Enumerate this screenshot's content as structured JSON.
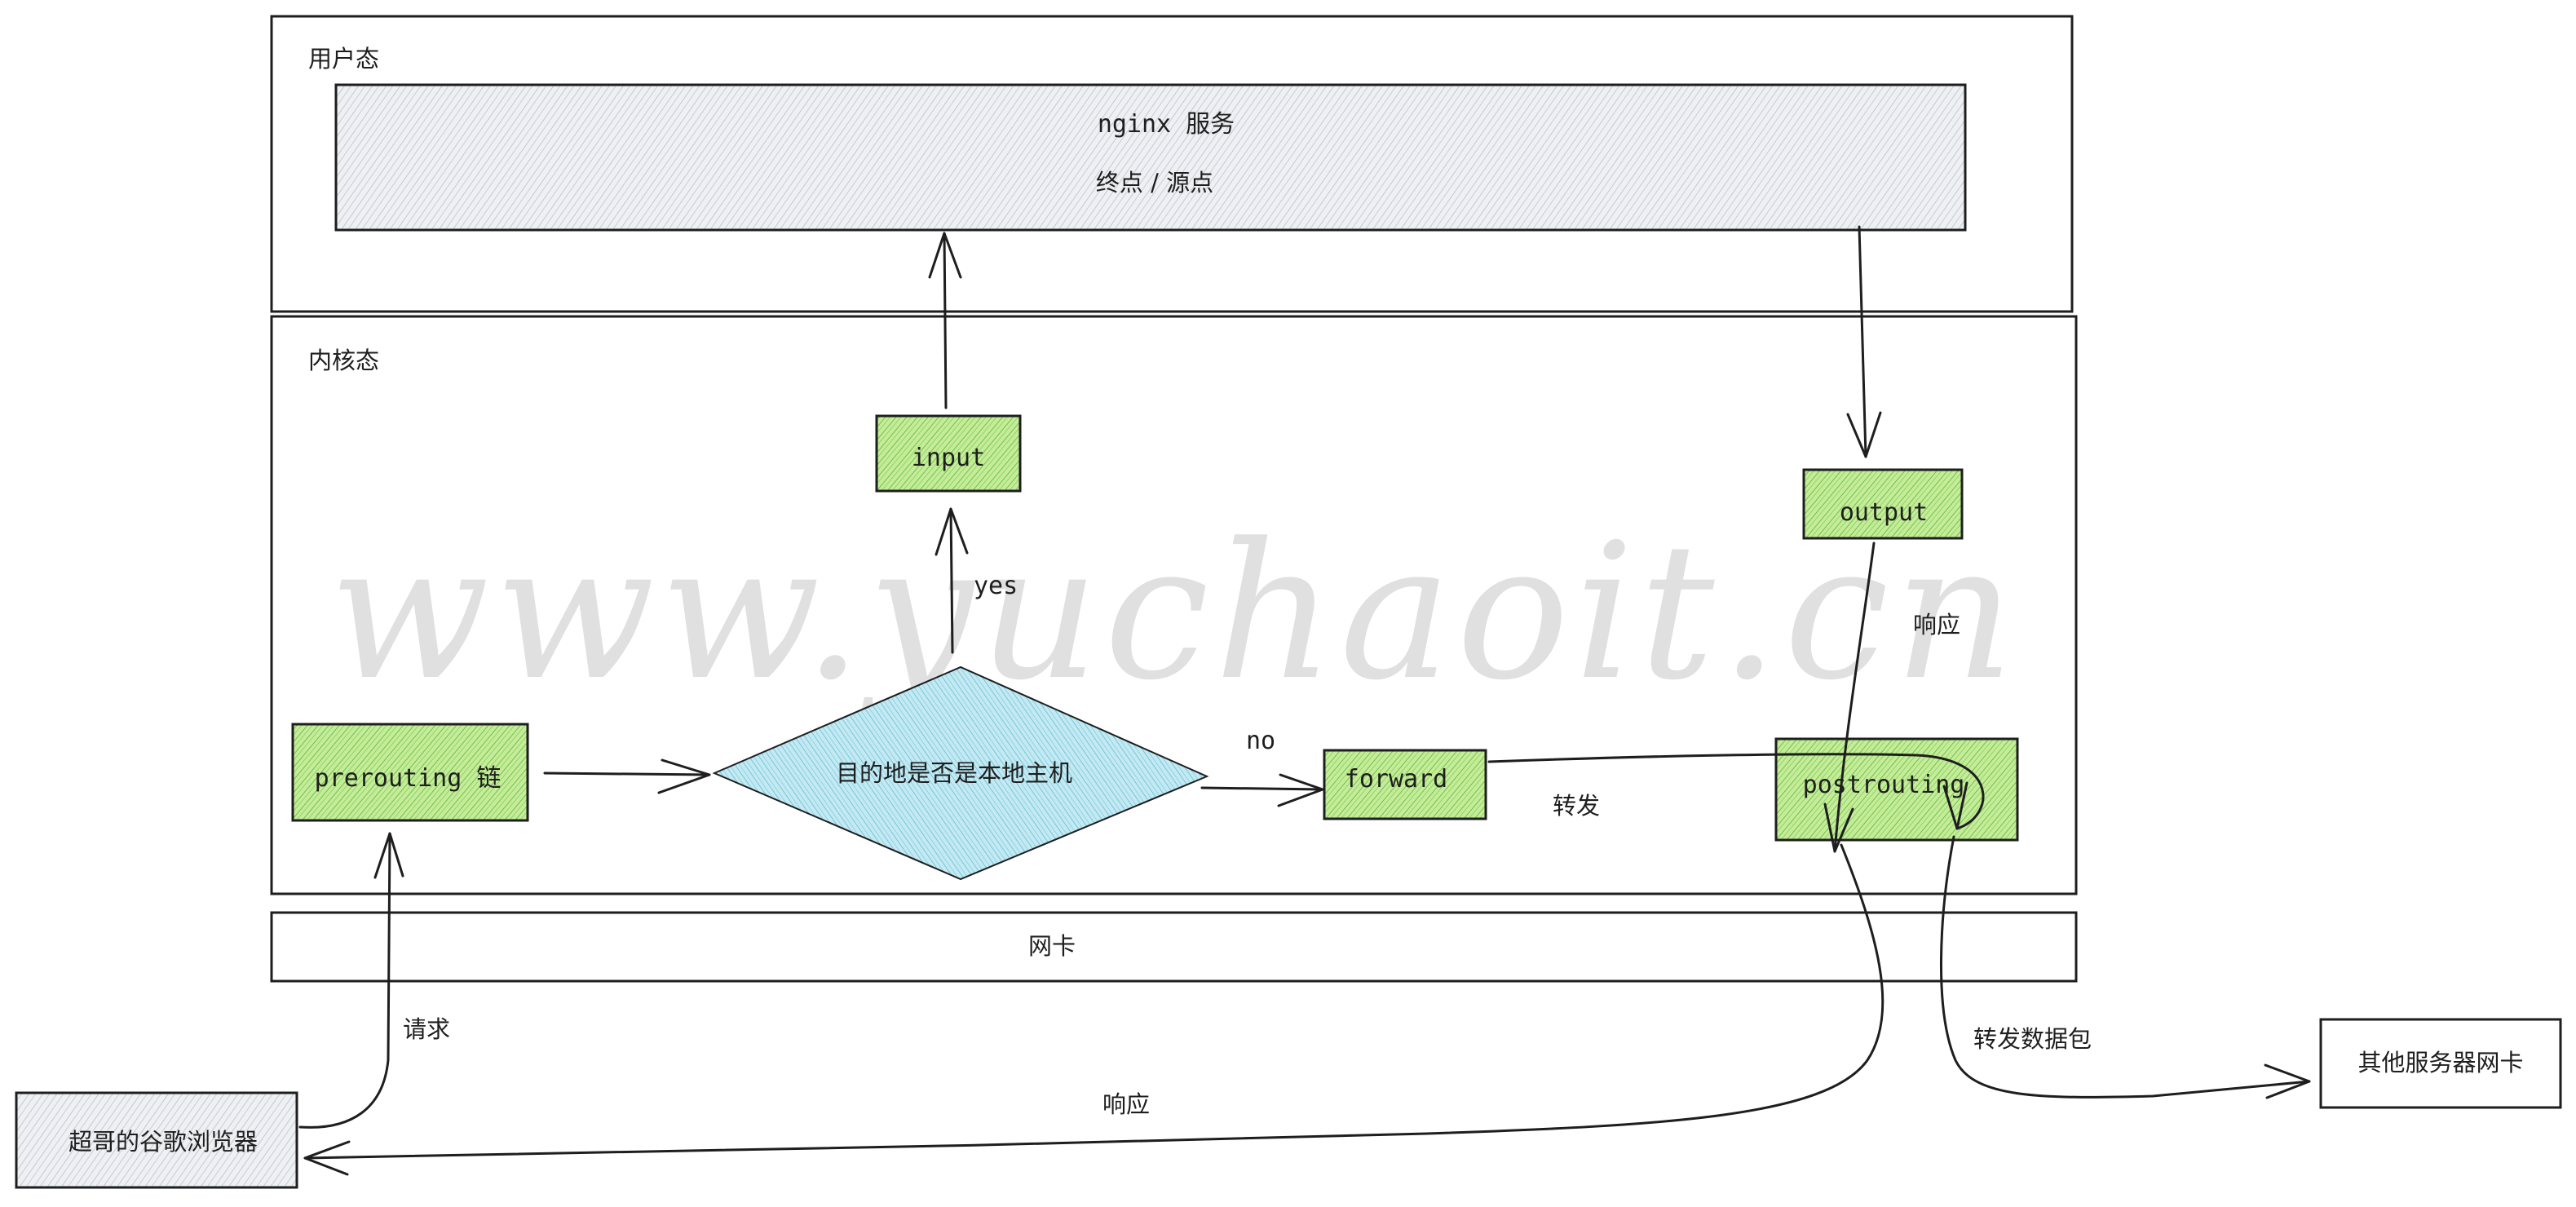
{
  "zones": {
    "user_space": "用户态",
    "kernel_space": "内核态",
    "nic": "网卡"
  },
  "nodes": {
    "nginx_title": "nginx 服务",
    "nginx_sub": "终点  /  源点",
    "input": "input",
    "output": "output",
    "prerouting": "prerouting 链",
    "decision": "目的地是否是本地主机",
    "forward": "forward",
    "postrouting": "postrouting",
    "browser": "超哥的谷歌浏览器",
    "other_nic": "其他服务器网卡"
  },
  "edge_labels": {
    "yes": "yes",
    "no": "no",
    "forward_label": "转发",
    "response_kernel": "响应",
    "request": "请求",
    "response_bottom": "响应",
    "forward_packet": "转发数据包"
  },
  "watermark": "www.yuchaoit.cn",
  "colors": {
    "green_fill": "#b2f2bb",
    "green_hatch": "#40c057",
    "blue_fill": "#a5d8ff",
    "blue_hatch": "#15aabf",
    "gray_fill": "#e9ecef",
    "gray_hatch": "#adb5bd",
    "stroke": "#1e1e1e"
  }
}
